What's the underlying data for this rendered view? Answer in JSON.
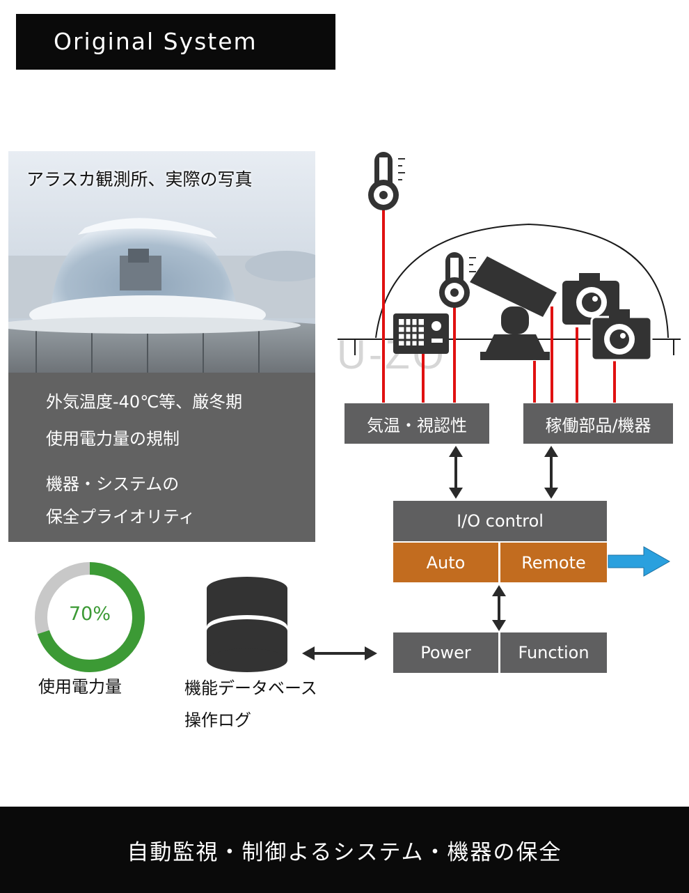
{
  "header": {
    "title": "Original System"
  },
  "photo": {
    "caption": "アラスカ観測所、実際の写真"
  },
  "conditions": {
    "line1": "外気温度-40℃等、厳冬期",
    "line2": "使用電力量の規制",
    "line3": "機器・システムの",
    "line4": "保全プライオリティ"
  },
  "watermark": "U-ZO",
  "boxes": {
    "weather": "気温・視認性",
    "devices": "稼働部品/機器",
    "io_control": "I/O  control",
    "auto": "Auto",
    "remote": "Remote",
    "power": "Power",
    "function": "Function"
  },
  "power_usage": {
    "percent": 70,
    "percent_label": "70%",
    "label": "使用電力量"
  },
  "database": {
    "line1": "機能データベース",
    "line2": "操作ログ"
  },
  "footer": {
    "text": "自動監視・制御よるシステム・機器の保全"
  },
  "colors": {
    "signal_line": "#e01010",
    "box_gray": "#5f5f60",
    "orange": "#c26c1f",
    "donut_fill": "#3c9a35",
    "donut_track": "#c8c8c8",
    "output_arrow": "#2aa0de"
  },
  "icons": [
    "thermometer-icon",
    "air-conditioner-icon",
    "telescope-icon",
    "camera-icon",
    "database-icon"
  ]
}
